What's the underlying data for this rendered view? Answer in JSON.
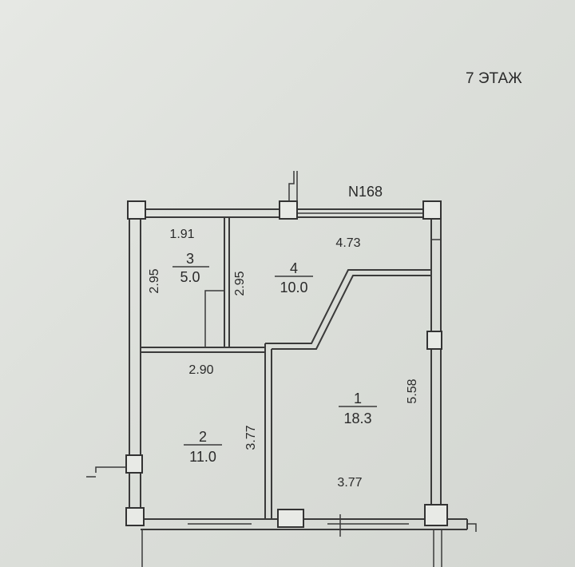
{
  "floor_label": "7 ЭТАЖ",
  "plan_number": "N168",
  "rooms": [
    {
      "number": "1",
      "area": "18.3"
    },
    {
      "number": "2",
      "area": "11.0"
    },
    {
      "number": "3",
      "area": "5.0"
    },
    {
      "number": "4",
      "area": "10.0"
    }
  ],
  "dimensions": {
    "room3_width": "1.91",
    "room3_height": "2.95",
    "room4_left_height": "2.95",
    "room4_width": "4.73",
    "room2_width": "2.90",
    "room2_height": "3.77",
    "room1_height": "5.58",
    "room1_width": "3.77"
  }
}
